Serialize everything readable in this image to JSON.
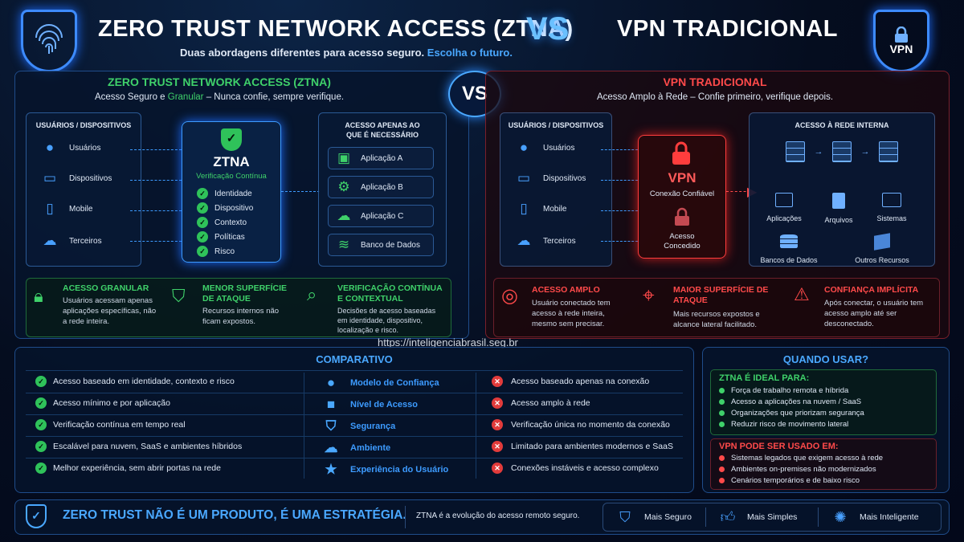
{
  "header": {
    "title_left": "ZERO TRUST NETWORK ACCESS (ZTNA)",
    "vs": "VS",
    "title_right": "VPN TRADICIONAL",
    "subtitle_main": "Duas abordagens diferentes para acesso seguro.",
    "subtitle_accent": "Escolha o futuro.",
    "vpn_badge": "VPN"
  },
  "colors": {
    "accent_blue": "#3d9bff",
    "accent_green": "#3fd16a",
    "accent_red": "#ff4a4a",
    "bg": "#040b1a"
  },
  "ztna": {
    "title": "ZERO TRUST NETWORK ACCESS (ZTNA)",
    "tag_pre": "Acesso Seguro e",
    "tag_accent": "Granular",
    "tag_post": "– Nunca confie, sempre verifique.",
    "users_header": "USUÁRIOS / DISPOSITIVOS",
    "users": [
      {
        "icon": "user-icon",
        "label": "Usuários"
      },
      {
        "icon": "laptop-icon",
        "label": "Dispositivos"
      },
      {
        "icon": "mobile-icon",
        "label": "Mobile"
      },
      {
        "icon": "cloud-icon",
        "label": "Terceiros"
      }
    ],
    "core_title": "ZTNA",
    "core_subtitle": "Verificação Contínua",
    "checks": [
      "Identidade",
      "Dispositivo",
      "Contexto",
      "Políticas",
      "Risco"
    ],
    "apps_header": "ACESSO APENAS AO QUE É NECESSÁRIO",
    "apps": [
      {
        "icon": "app-window-icon",
        "label": "Aplicação A"
      },
      {
        "icon": "gear-icon",
        "label": "Aplicação B"
      },
      {
        "icon": "cloud-icon",
        "label": "Aplicação C"
      },
      {
        "icon": "database-icon",
        "label": "Banco de Dados"
      }
    ],
    "features": [
      {
        "icon": "lock-icon",
        "title": "ACESSO GRANULAR",
        "desc": "Usuários acessam apenas aplicações específicas, não a rede inteira."
      },
      {
        "icon": "shield-check-icon",
        "title": "MENOR SUPERFÍCIE DE ATAQUE",
        "desc": "Recursos internos não ficam expostos."
      },
      {
        "icon": "magnifier-icon",
        "title": "VERIFICAÇÃO CONTÍNUA E CONTEXTUAL",
        "desc": "Decisões de acesso baseadas em identidade, dispositivo, localização e risco."
      }
    ]
  },
  "vpn": {
    "title": "VPN TRADICIONAL",
    "tag": "Acesso Amplo à Rede – Confie primeiro, verifique depois.",
    "users_header": "USUÁRIOS / DISPOSITIVOS",
    "users": [
      {
        "icon": "user-icon",
        "label": "Usuários"
      },
      {
        "icon": "laptop-icon",
        "label": "Dispositivos"
      },
      {
        "icon": "mobile-icon",
        "label": "Mobile"
      },
      {
        "icon": "cloud-icon",
        "label": "Terceiros"
      }
    ],
    "core_title": "VPN",
    "core_subtitle": "Conexão Confiável",
    "core_granted": "Acesso Concedido",
    "net_header": "ACESSO À REDE INTERNA",
    "net_items": [
      "Aplicações",
      "Arquivos",
      "Sistemas",
      "Bancos de Dados",
      "Outros Recursos"
    ],
    "features": [
      {
        "icon": "globe-icon",
        "title": "ACESSO AMPLO",
        "desc": "Usuário conectado tem acesso à rede inteira, mesmo sem precisar."
      },
      {
        "icon": "target-icon",
        "title": "MAIOR SUPERFÍCIE DE ATAQUE",
        "desc": "Mais recursos expostos e alcance lateral facilitado."
      },
      {
        "icon": "user-warning-icon",
        "title": "CONFIANÇA IMPLÍCITA",
        "desc": "Após conectar, o usuário tem acesso amplo até ser desconectado."
      }
    ]
  },
  "watermark": "https://inteligenciabrasil.seg.br",
  "compare": {
    "title": "COMPARATIVO",
    "rows": [
      {
        "ztna": "Acesso baseado em identidade, contexto e risco",
        "icon": "user-icon",
        "label": "Modelo de Confiança",
        "vpn": "Acesso baseado apenas na conexão"
      },
      {
        "ztna": "Acesso mínimo e por aplicação",
        "icon": "lock-icon",
        "label": "Nível de Acesso",
        "vpn": "Acesso amplo à rede"
      },
      {
        "ztna": "Verificação contínua em tempo real",
        "icon": "shield-icon",
        "label": "Segurança",
        "vpn": "Verificação única no momento da conexão"
      },
      {
        "ztna": "Escalável para nuvem, SaaS e ambientes híbridos",
        "icon": "cloud-icon",
        "label": "Ambiente",
        "vpn": "Limitado para ambientes modernos e SaaS"
      },
      {
        "ztna": "Melhor experiência, sem abrir portas na rede",
        "icon": "star-icon",
        "label": "Experiência do Usuário",
        "vpn": "Conexões instáveis e acesso complexo"
      }
    ]
  },
  "when": {
    "title": "QUANDO USAR?",
    "ztna_title": "ZTNA É IDEAL PARA:",
    "ztna_items": [
      "Força de trabalho remota e híbrida",
      "Acesso a aplicações na nuvem / SaaS",
      "Organizações que priorizam segurança",
      "Reduzir risco de movimento lateral"
    ],
    "vpn_title": "VPN PODE SER USADO EM:",
    "vpn_items": [
      "Sistemas legados que exigem acesso à rede",
      "Ambientes on-premises não modernizados",
      "Cenários temporários e de baixo risco"
    ]
  },
  "footer": {
    "slogan": "ZERO TRUST NÃO É UM PRODUTO, É UMA ESTRATÉGIA.",
    "note": "ZTNA é a evolução do acesso remoto seguro.",
    "badges": [
      {
        "icon": "shield-check-icon",
        "label": "Mais Seguro"
      },
      {
        "icon": "thumbs-up-icon",
        "label": "Mais Simples"
      },
      {
        "icon": "brain-icon",
        "label": "Mais Inteligente"
      }
    ]
  }
}
